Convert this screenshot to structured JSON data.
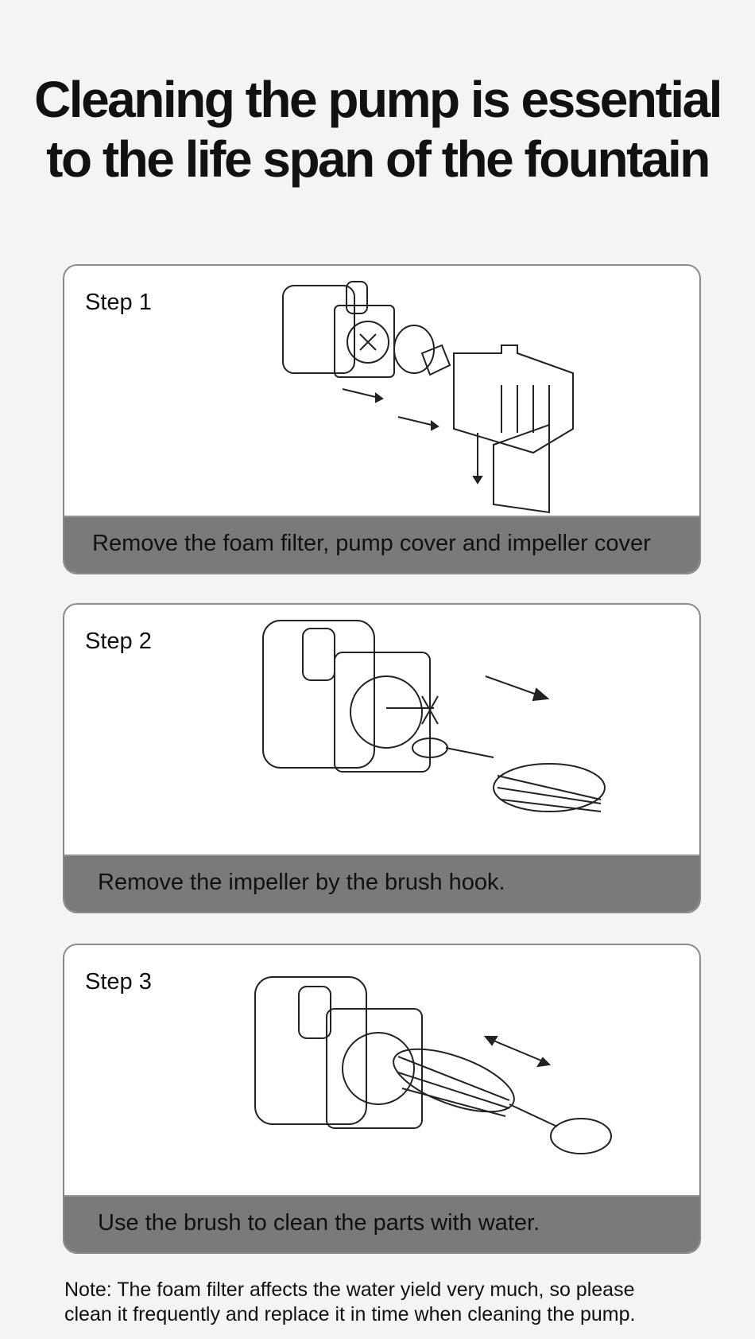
{
  "title": {
    "line1": "Cleaning the pump is essential",
    "line2": "to the life span of the fountain"
  },
  "steps": [
    {
      "label": "Step 1",
      "caption": "Remove the foam filter, pump cover and impeller cover"
    },
    {
      "label": "Step 2",
      "caption": "Remove the impeller by the brush hook."
    },
    {
      "label": "Step 3",
      "caption": "Use the brush to clean the parts with water."
    }
  ],
  "note": {
    "line1": "Note: The foam filter affects the water yield very much, so please",
    "line2": "clean it frequently and replace it in time when cleaning the pump."
  }
}
